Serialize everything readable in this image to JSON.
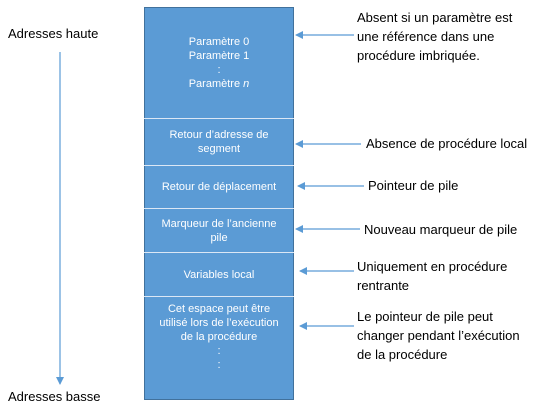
{
  "left": {
    "top_label": "Adresses haute",
    "bottom_label": "Adresses basse"
  },
  "blocks": {
    "params": {
      "p0": "Paramètre 0",
      "p1": "Paramètre 1",
      "dots": ":",
      "pn_prefix": "Paramètre ",
      "pn_var": "n"
    },
    "segment_return": {
      "l1": "Retour d’adresse de",
      "l2": "segment"
    },
    "offset_return": {
      "l1": "Retour de déplacement"
    },
    "old_marker": {
      "l1": "Marqueur de l’ancienne",
      "l2": "pile"
    },
    "local_vars": {
      "l1": "Variables local"
    },
    "work_space": {
      "l1": "Cet espace peut être",
      "l2": "utilisé lors de l’exécution",
      "l3": "de la procédure",
      "d1": ":",
      "d2": ":"
    }
  },
  "annotations": {
    "a1": {
      "l1": "Absent si un paramètre est",
      "l2": "une référence dans une",
      "l3": "procédure imbriquée."
    },
    "a2": {
      "l1": "Absence de procédure local"
    },
    "a3": {
      "l1": "Pointeur de pile"
    },
    "a4": {
      "l1": "Nouveau marqueur de pile"
    },
    "a5": {
      "l1": "Uniquement en procédure",
      "l2": "rentrante"
    },
    "a6": {
      "l1": "Le pointeur de pile peut",
      "l2": "changer pendant l’exécution",
      "l3": "de la procédure"
    }
  },
  "colors": {
    "block": "#5b9bd5",
    "border": "#41719c",
    "arrow": "#5b9bd5",
    "separator": "#dbe7f5"
  }
}
